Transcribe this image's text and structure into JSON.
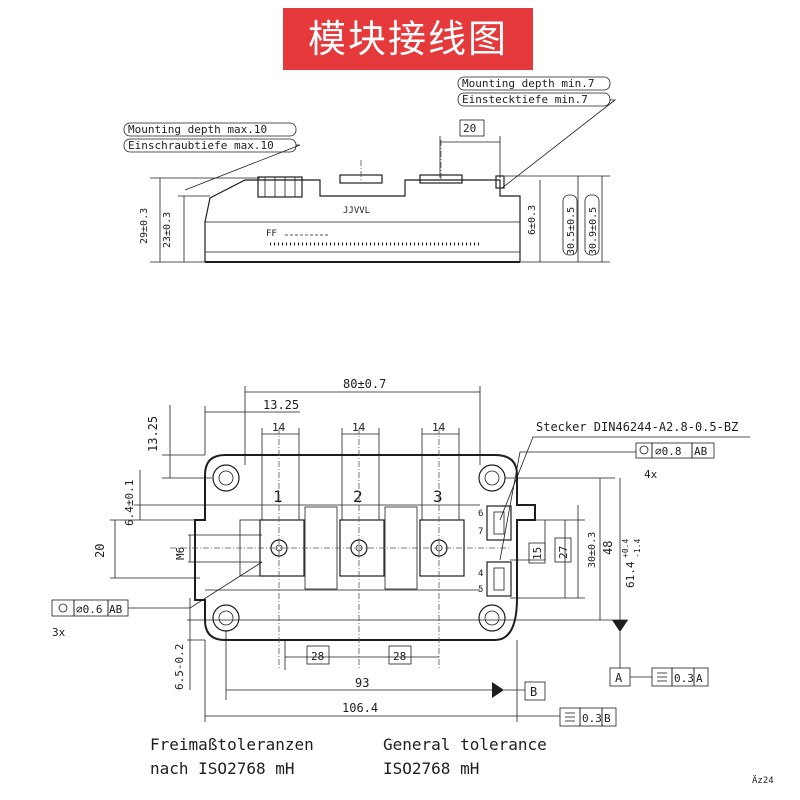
{
  "title": "模块接线图",
  "side_view": {
    "mounting_depth_max": "Mounting depth max.10",
    "einschraub": "Einschraubtiefe max.10",
    "mounting_depth_min": "Mounting depth min.7",
    "einsteck": "Einstecktiefe min.7",
    "dim_20_top": "20",
    "dim_29": "29±0.3",
    "dim_23": "23±0.3",
    "dim_6": "6±0.3",
    "dim_30_5": "30.5±0.5",
    "dim_30_9": "30.9±0.5",
    "label_jjvvl": "JJVVL",
    "label_ff": "FF"
  },
  "top_view": {
    "dim_80": "80±0.7",
    "dim_13_25_h": "13.25",
    "dim_13_25_v": "13.25",
    "dim_14_a": "14",
    "dim_14_b": "14",
    "dim_14_c": "14",
    "stecker": "Stecker DIN46244-A2.8-0.5-BZ",
    "tol_08": "⌀0.8",
    "tol_08_ref": "AB",
    "count_4x": "4x",
    "terminal_1": "1",
    "terminal_2": "2",
    "terminal_3": "3",
    "dim_6_4": "6.4±0.1",
    "dim_20_left": "20",
    "dim_m6": "M6",
    "tol_06": "⌀0.6",
    "tol_06_ref": "AB",
    "count_3x": "3x",
    "pin_6": "6",
    "pin_7": "7",
    "pin_4": "4",
    "pin_5": "5",
    "dim_15": "15",
    "dim_27": "27",
    "dim_30": "30±0.3",
    "dim_48": "48",
    "dim_61_4": "61.4",
    "dim_61_4_tol_upper": "+0.4",
    "dim_61_4_tol_lower": "-1.4",
    "dim_28_a": "28",
    "dim_28_b": "28",
    "dim_6_5": "6.5-0.2",
    "dim_93": "93",
    "dim_106_4": "106.4",
    "datum_a": "A",
    "datum_b": "B",
    "tol_03_a": "0.3",
    "tol_03_a_ref": "A",
    "tol_03_b": "0.3",
    "tol_03_b_ref": "B"
  },
  "notes": {
    "de_line1": "Freimaßtoleranzen",
    "de_line2": "nach ISO2768 mH",
    "en_line1": "General tolerance",
    "en_line2": "ISO2768 mH",
    "corner_code": "Äz24"
  }
}
